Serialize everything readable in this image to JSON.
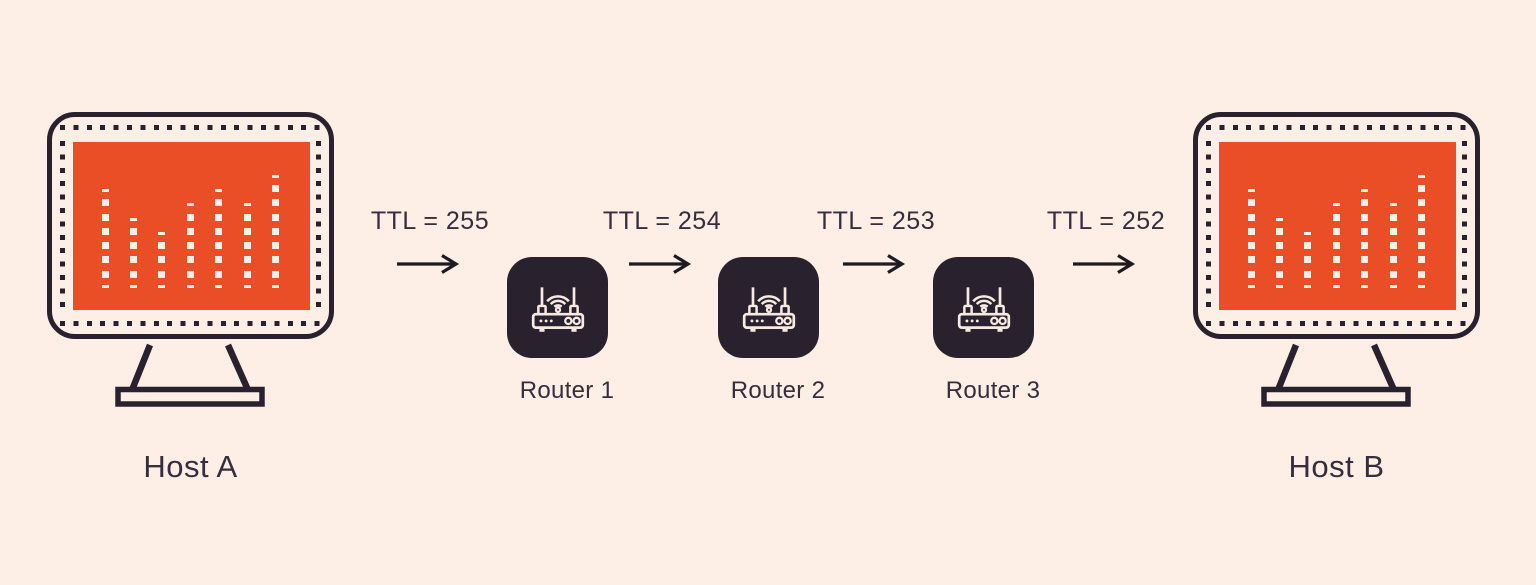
{
  "colors": {
    "background": "#fdeee6",
    "ink": "#2a212f",
    "orange": "#e94e26",
    "cream": "#f7eae1",
    "text": "#362d3d"
  },
  "hosts": [
    {
      "label": "Host A"
    },
    {
      "label": "Host B"
    }
  ],
  "routers": [
    {
      "label": "Router 1"
    },
    {
      "label": "Router 2"
    },
    {
      "label": "Router 3"
    }
  ],
  "links": [
    {
      "ttl_label": "TTL = 255"
    },
    {
      "ttl_label": "TTL = 254"
    },
    {
      "ttl_label": "TTL = 253"
    },
    {
      "ttl_label": "TTL = 252"
    }
  ],
  "monitor_equalizer_columns": [
    8,
    6,
    5,
    7,
    8,
    7,
    9
  ],
  "icons": {
    "host": "monitor-icon",
    "router": "wifi-router-icon",
    "link_arrow": "right-arrow-icon"
  }
}
